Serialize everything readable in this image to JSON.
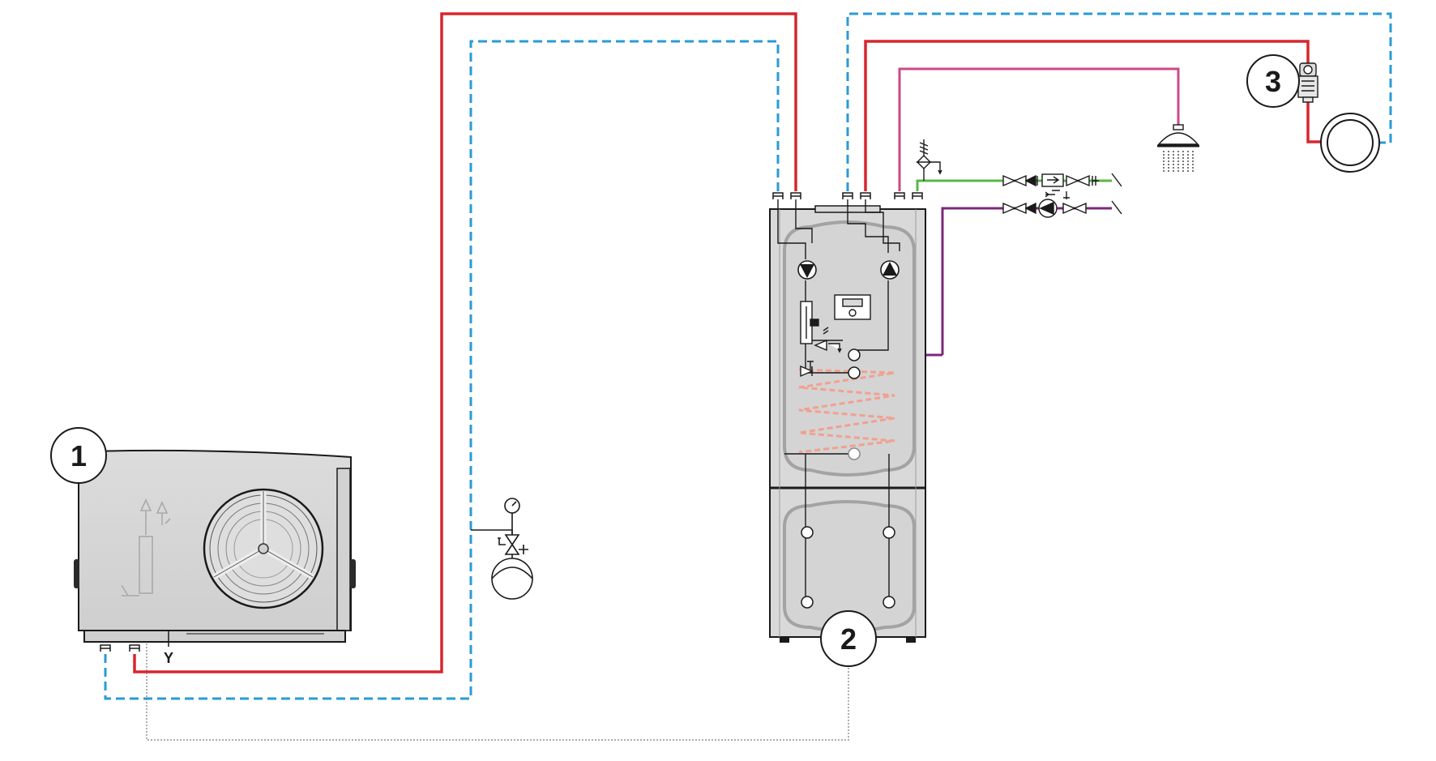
{
  "diagram": {
    "callouts": {
      "c1": "1",
      "c2": "2",
      "c3": "3"
    },
    "drain_label": "Y",
    "colors": {
      "flow": "#d7262e",
      "return": "#2a9bd4",
      "cold_water": "#59b847",
      "hot_water": "#cc4a86",
      "circulation": "#7b2978",
      "coil": "#f2a090",
      "unit_fill": "#d9d9d9",
      "stroke": "#1a1a1a",
      "cable": "#7a7a7a"
    },
    "icons": [
      "heat-pump-outdoor-unit",
      "fan-icon",
      "expansion-vessel-icon",
      "pressure-gauge-icon",
      "safety-valve-icon",
      "circulation-pump-icon",
      "controller-display-icon",
      "shower-head-icon",
      "thermostatic-mixing-valve-icon",
      "heating-circuit-icon",
      "check-valve-icon",
      "pressure-reducer-icon",
      "drain-valve-icon"
    ]
  }
}
